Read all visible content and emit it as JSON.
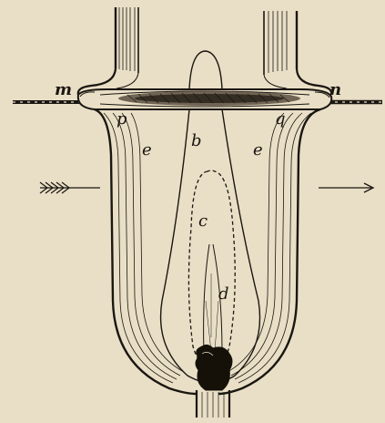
{
  "figure": {
    "labels": {
      "m": "m",
      "n": "n",
      "p": "p",
      "q": "q",
      "b": "b",
      "c": "c",
      "d": "d",
      "e_left": "e",
      "e_right": "e"
    }
  },
  "colors": {
    "paper": "#e9dfc6",
    "ink": "#1a1611",
    "ring_shading": "#5a4f40"
  },
  "icons": {
    "left_arrow": "feathered-arrow-right",
    "right_arrow": "arrow-right"
  }
}
